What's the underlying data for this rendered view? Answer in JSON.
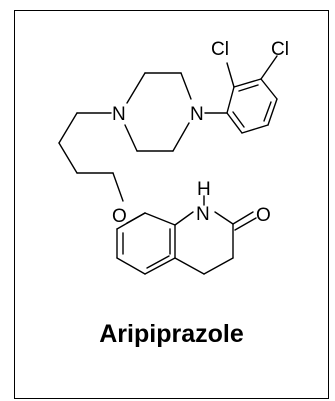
{
  "name": "Aripiprazole",
  "atoms": {
    "cl1": "Cl",
    "cl2": "Cl",
    "n_left": "N",
    "n_right": "N",
    "oxygen_ether": "O",
    "nh_n": "N",
    "nh_h": "H",
    "oxygen_carbonyl": "O"
  }
}
